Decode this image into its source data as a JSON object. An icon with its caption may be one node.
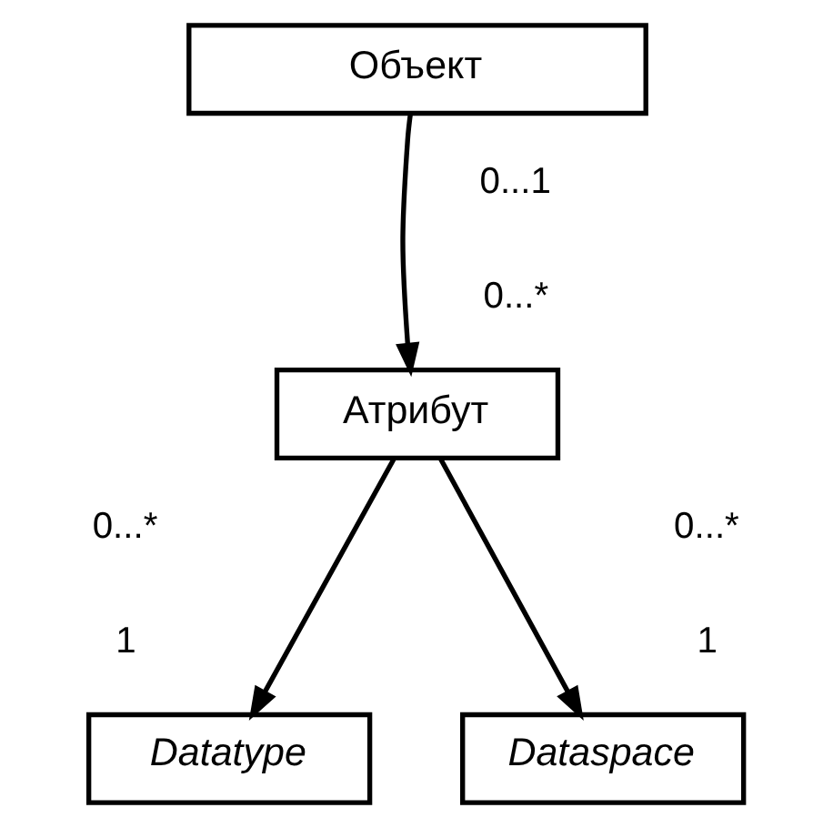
{
  "diagram": {
    "nodes": [
      {
        "text": [
          "Объект"
        ]
      },
      {
        "text": [
          "Атрибут"
        ]
      },
      {
        "text": [
          "Datatype"
        ]
      },
      {
        "text": [
          "Dataspace"
        ]
      }
    ],
    "edges": [
      {
        "from": 0,
        "to": 1,
        "arrow": "to"
      },
      {
        "from": 1,
        "to": 2,
        "arrow": "to"
      },
      {
        "from": 1,
        "to": 3,
        "arrow": "to"
      }
    ],
    "labels": [
      "0...1",
      "0...*",
      "0...*",
      "0...*",
      "1",
      "1"
    ]
  }
}
